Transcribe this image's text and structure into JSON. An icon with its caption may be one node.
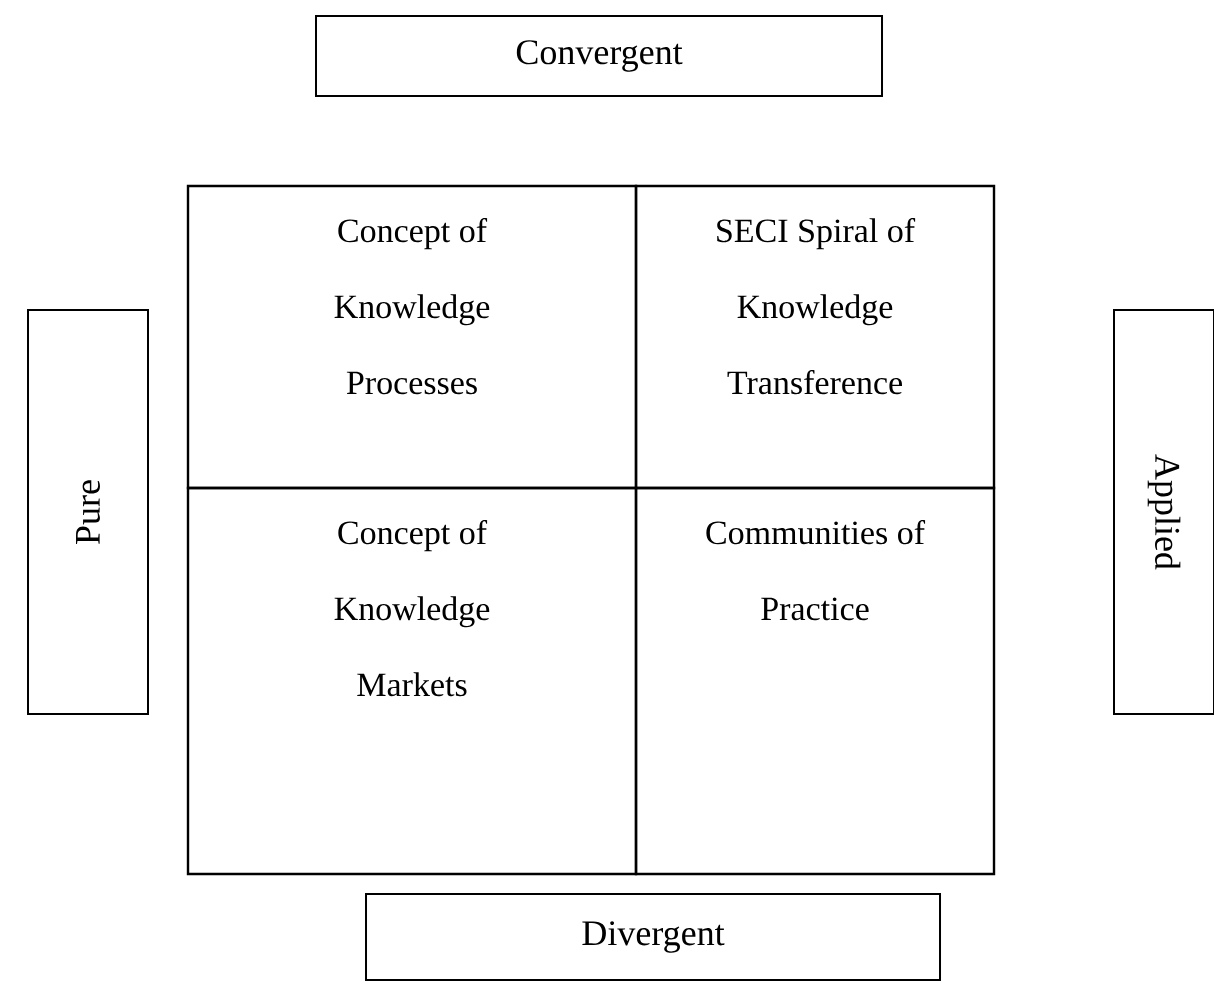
{
  "diagram": {
    "nodes": [
      {
        "text": [
          "Convergent"
        ]
      },
      {
        "text": [
          "Pure"
        ]
      },
      {
        "text": [
          "Concept of Knowledge Processes"
        ]
      },
      {
        "text": [
          "SECI Spiral of Knowledge Transference"
        ]
      },
      {
        "text": [
          "Concept of Knowledge Markets"
        ]
      },
      {
        "text": [
          "Communities of Practice"
        ]
      },
      {
        "text": [
          "Applied"
        ]
      },
      {
        "text": [
          "Divergent"
        ]
      }
    ]
  }
}
